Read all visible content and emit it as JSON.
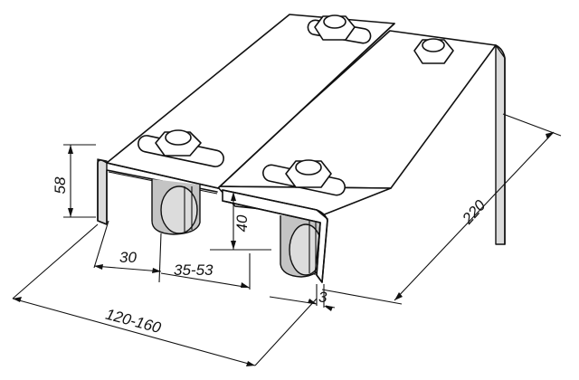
{
  "dimensions": {
    "height_outer": "58",
    "height_inner": "40",
    "wheel_offset": "30",
    "slot_range": "35-53",
    "width_range": "120-160",
    "thickness": "3",
    "length": "220"
  }
}
